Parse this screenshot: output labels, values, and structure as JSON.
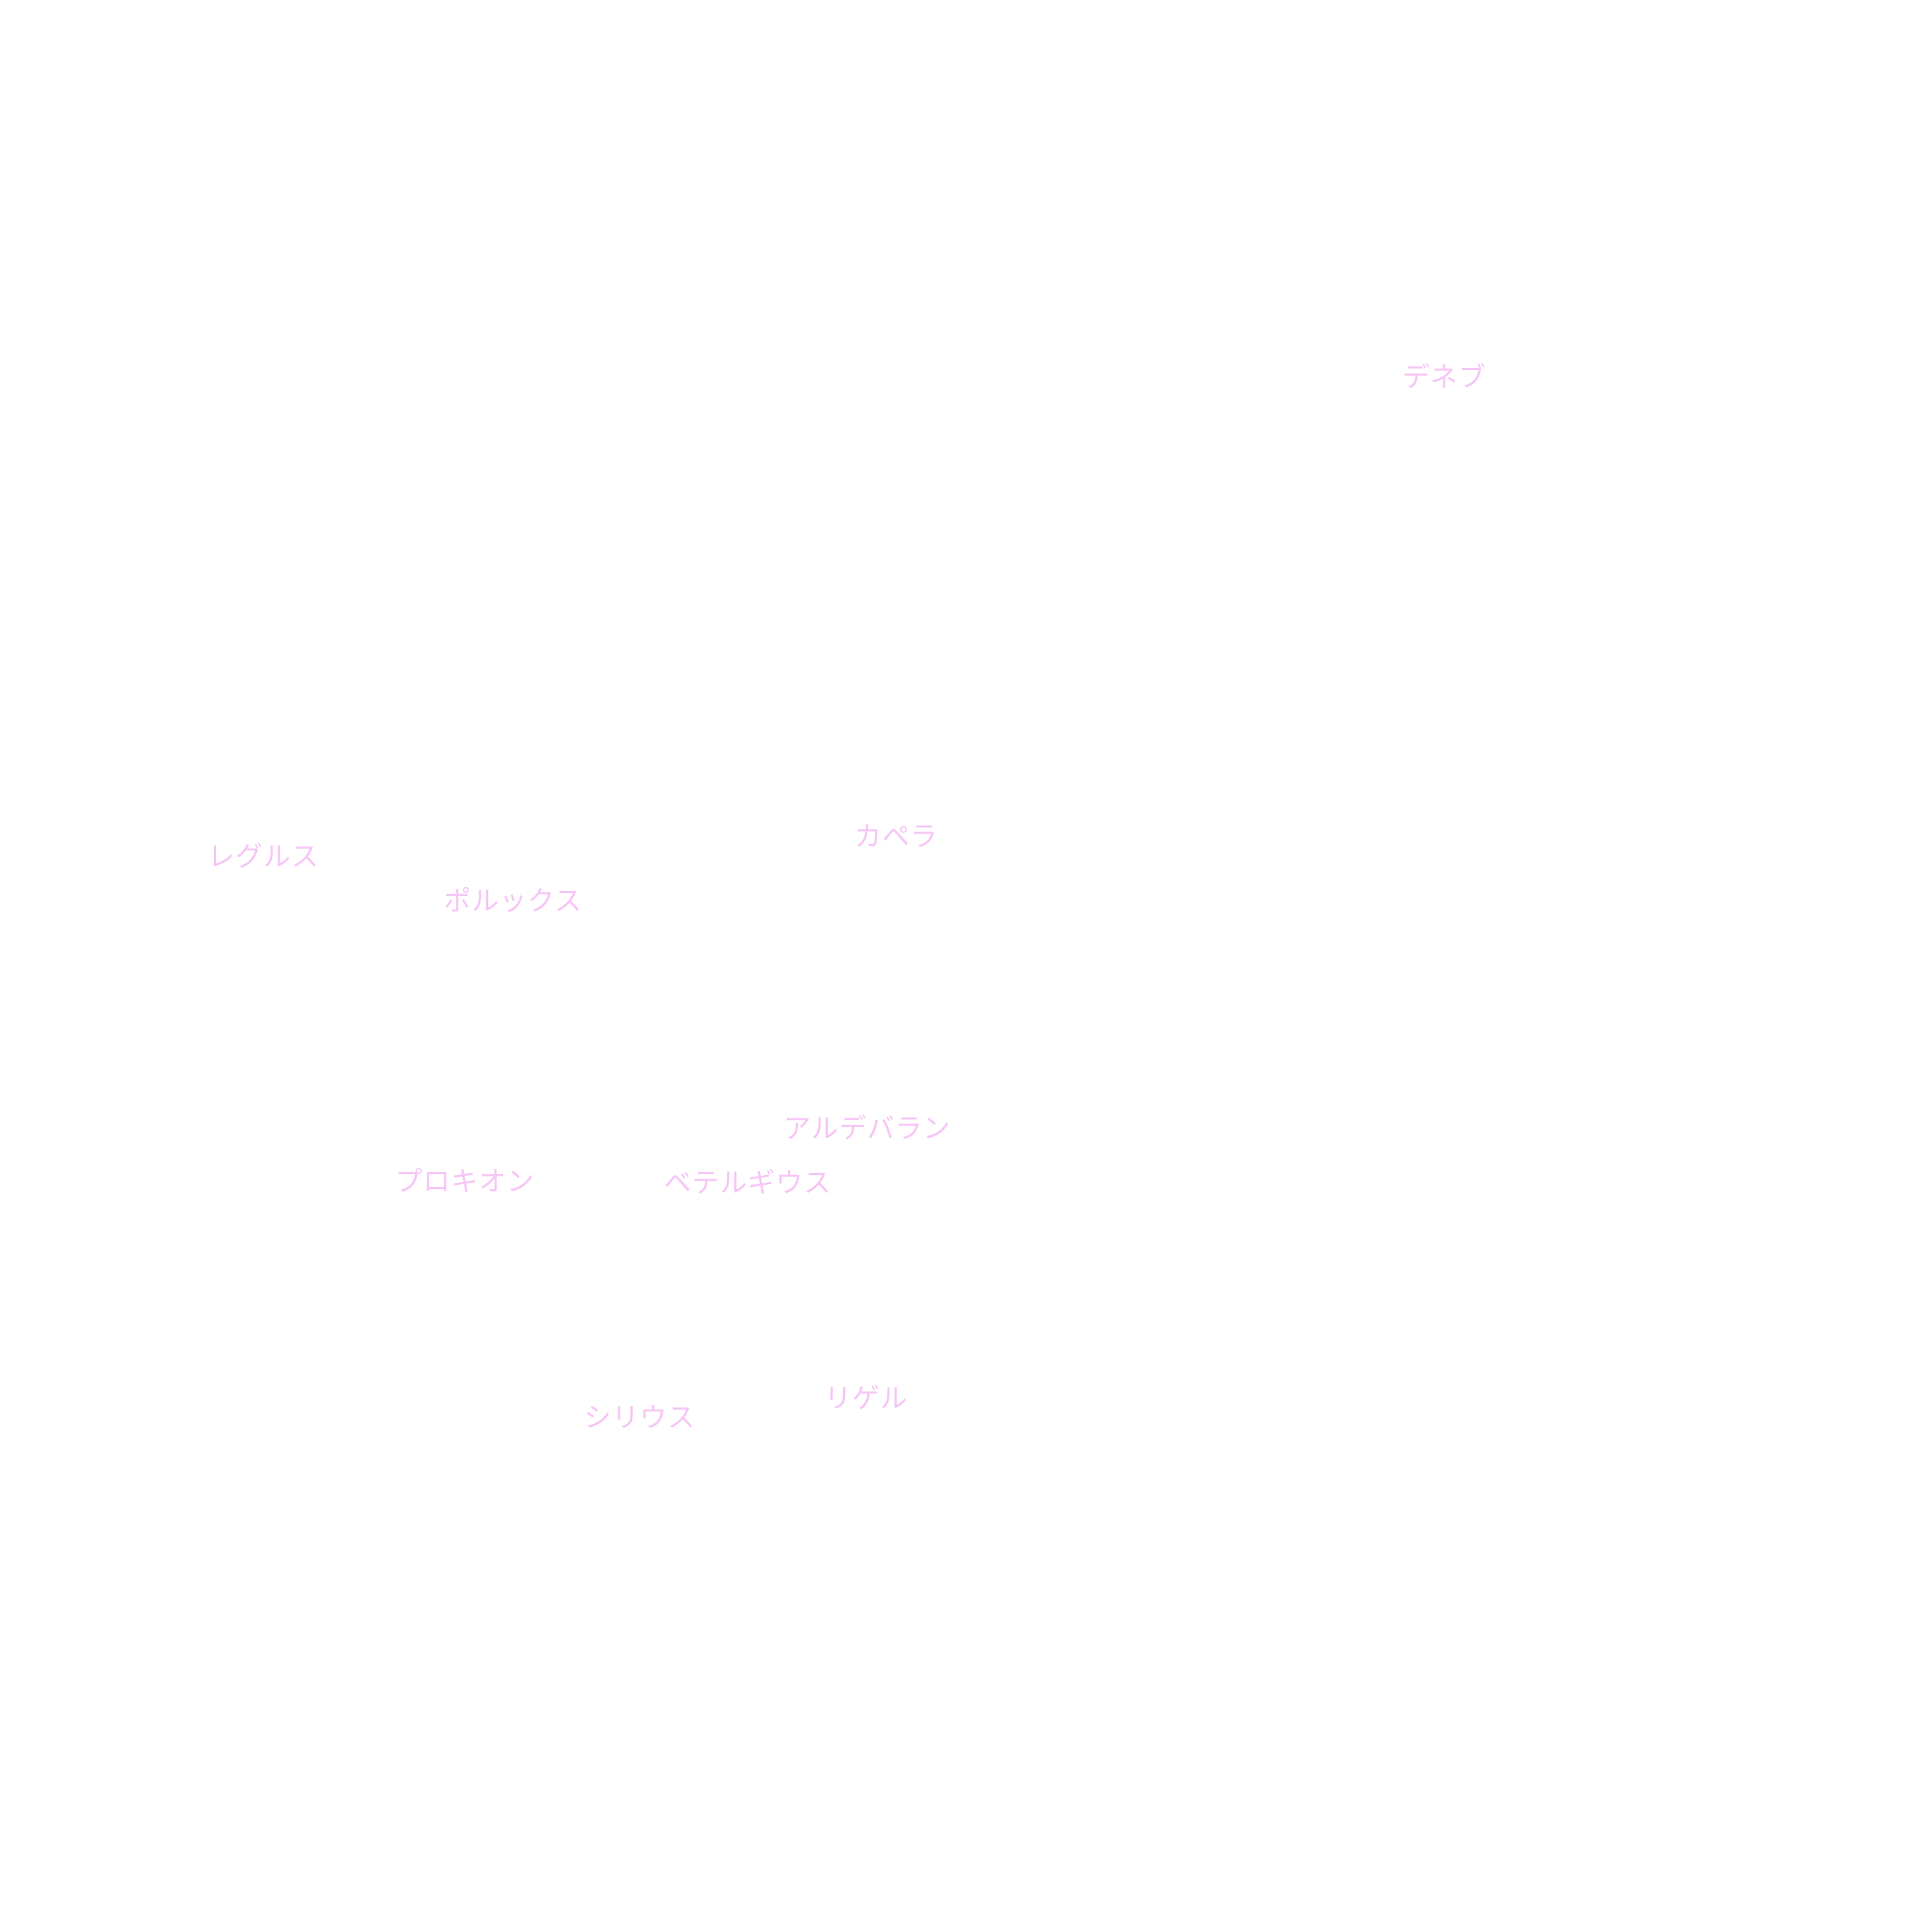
{
  "label_color": "#f6c6f6",
  "stars": {
    "deneb": "デネブ",
    "capella": "カペラ",
    "regulus": "レグルス",
    "pollux": "ポルックス",
    "aldebaran": "アルデバラン",
    "procyon": "プロキオン",
    "betelgeuse": "ベテルギウス",
    "rigel": "リゲル",
    "sirius": "シリウス"
  }
}
